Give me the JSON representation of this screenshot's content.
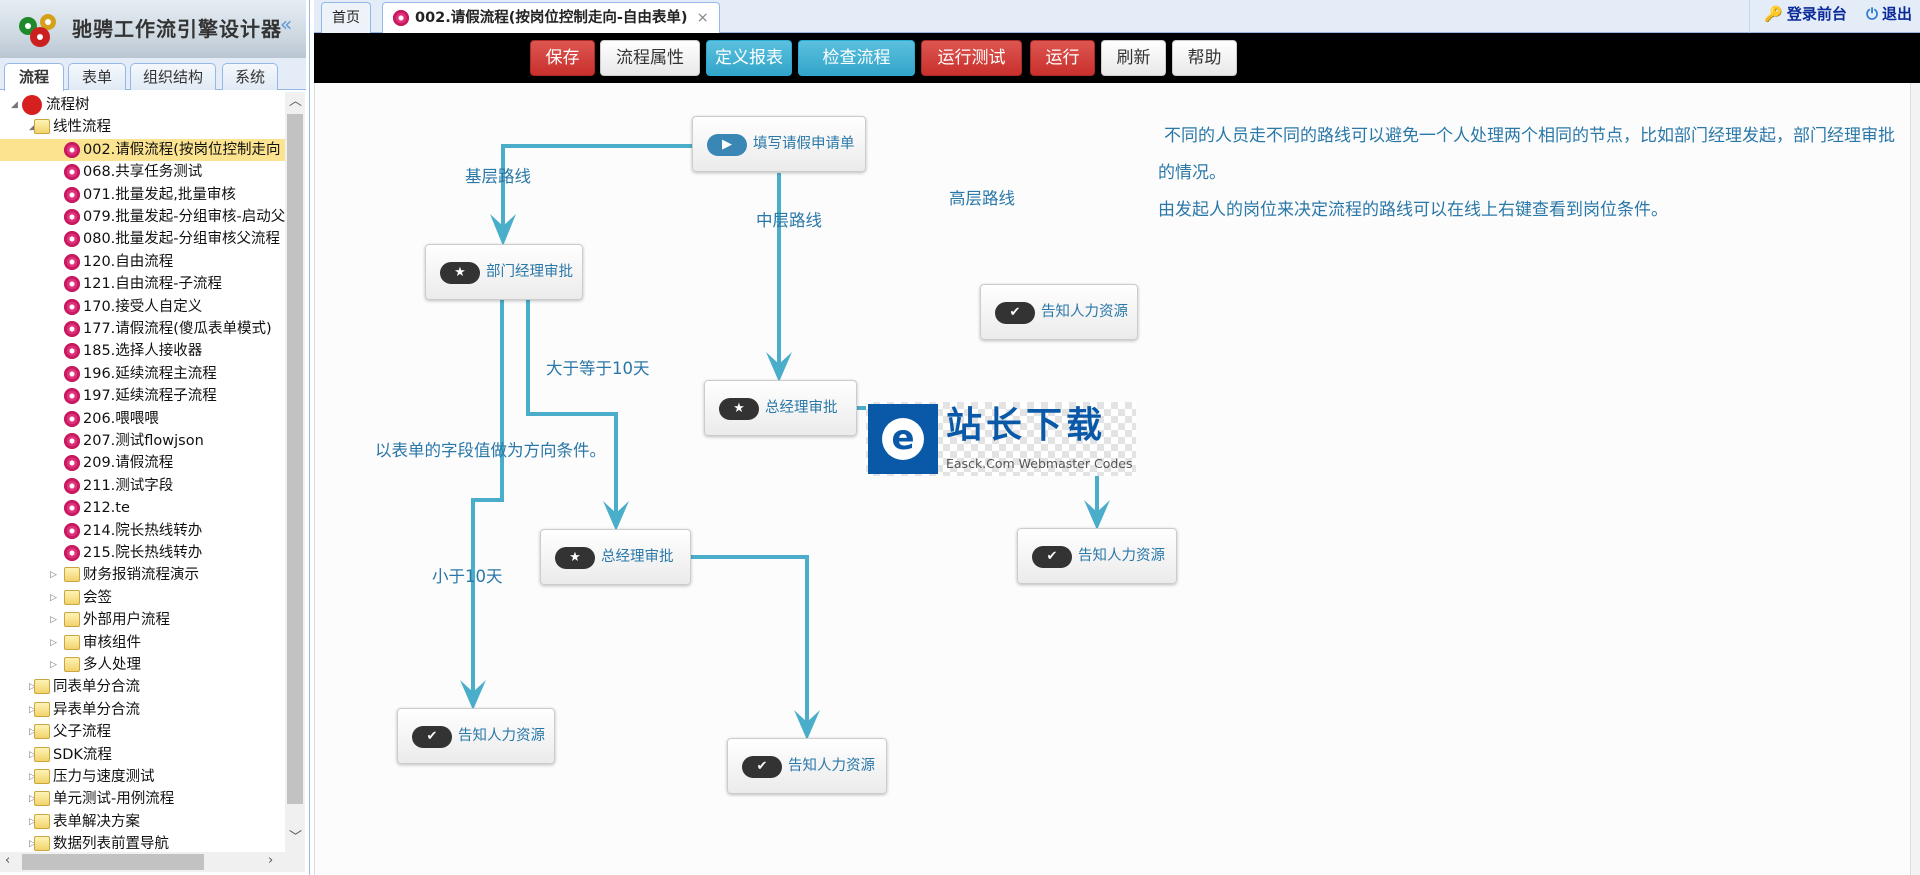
{
  "app": {
    "title": "驰骋工作流引擎设计器",
    "collapse_icon": "«"
  },
  "sidebar": {
    "tabs": [
      "流程",
      "表单",
      "组织结构",
      "系统"
    ],
    "tree": [
      {
        "level": 0,
        "type": "root",
        "label": "流程树",
        "expanded": true
      },
      {
        "level": 1,
        "type": "folder",
        "label": "线性流程",
        "expanded": true
      },
      {
        "level": 2,
        "type": "flow",
        "label": "002.请假流程(按岗位控制走向",
        "selected": true
      },
      {
        "level": 2,
        "type": "flow",
        "label": "068.共享任务测试"
      },
      {
        "level": 2,
        "type": "flow",
        "label": "071.批量发起,批量审核"
      },
      {
        "level": 2,
        "type": "flow",
        "label": "079.批量发起-分组审核-启动父"
      },
      {
        "level": 2,
        "type": "flow",
        "label": "080.批量发起-分组审核父流程"
      },
      {
        "level": 2,
        "type": "flow",
        "label": "120.自由流程"
      },
      {
        "level": 2,
        "type": "flow",
        "label": "121.自由流程-子流程"
      },
      {
        "level": 2,
        "type": "flow",
        "label": "170.接受人自定义"
      },
      {
        "level": 2,
        "type": "flow",
        "label": "177.请假流程(傻瓜表单模式)"
      },
      {
        "level": 2,
        "type": "flow",
        "label": "185.选择人接收器"
      },
      {
        "level": 2,
        "type": "flow",
        "label": "196.延续流程主流程"
      },
      {
        "level": 2,
        "type": "flow",
        "label": "197.延续流程子流程"
      },
      {
        "level": 2,
        "type": "flow",
        "label": "206.喂喂喂"
      },
      {
        "level": 2,
        "type": "flow",
        "label": "207.测试flowjson"
      },
      {
        "level": 2,
        "type": "flow",
        "label": "209.请假流程"
      },
      {
        "level": 2,
        "type": "flow",
        "label": "211.测试字段"
      },
      {
        "level": 2,
        "type": "flow",
        "label": "212.te"
      },
      {
        "level": 2,
        "type": "flow",
        "label": "214.院长热线转办"
      },
      {
        "level": 2,
        "type": "flow",
        "label": "215.院长热线转办"
      },
      {
        "level": 2,
        "type": "folder",
        "label": "财务报销流程演示"
      },
      {
        "level": 2,
        "type": "folder",
        "label": "会签"
      },
      {
        "level": 2,
        "type": "folder",
        "label": "外部用户流程"
      },
      {
        "level": 2,
        "type": "folder",
        "label": "审核组件"
      },
      {
        "level": 2,
        "type": "folder",
        "label": "多人处理"
      },
      {
        "level": 1,
        "type": "folder",
        "label": "同表单分合流"
      },
      {
        "level": 1,
        "type": "folder",
        "label": "异表单分合流"
      },
      {
        "level": 1,
        "type": "folder",
        "label": "父子流程"
      },
      {
        "level": 1,
        "type": "folder",
        "label": "SDK流程"
      },
      {
        "level": 1,
        "type": "folder",
        "label": "压力与速度测试"
      },
      {
        "level": 1,
        "type": "folder",
        "label": "单元测试-用例流程"
      },
      {
        "level": 1,
        "type": "folder",
        "label": "表单解决方案"
      },
      {
        "level": 1,
        "type": "folder",
        "label": "数据列表前置导航"
      }
    ]
  },
  "main_tabs": [
    {
      "label": "首页"
    },
    {
      "label": "002.请假流程(按岗位控制走向-自由表单)",
      "close": "×"
    }
  ],
  "top_links": {
    "login": "登录前台",
    "logout": "退出"
  },
  "toolbar": {
    "save": "保存",
    "props": "流程属性",
    "report": "定义报表",
    "check": "检查流程",
    "run_test": "运行测试",
    "run": "运行",
    "refresh": "刷新",
    "help": "帮助"
  },
  "nodes": {
    "start": "填写请假申请单",
    "dept": "部门经理审批",
    "gm_mid": "总经理审批",
    "hr_top": "告知人力资源",
    "gm_low": "总经理审批",
    "hr_right": "告知人力资源",
    "hr_left": "告知人力资源",
    "hr_bottom": "告知人力资源"
  },
  "edge_labels": {
    "basic": "基层路线",
    "middle": "中层路线",
    "high": "高层路线",
    "ge10": "大于等于10天",
    "field_cond": "以表单的字段值做为方向条件。",
    "lt10": "小于10天"
  },
  "description": [
    "不同的人员走不同的路线可以避免一个人处理两个相同的节点，比如部门经理发起，部门经理审批",
    "的情况。",
    "由发起人的岗位来决定流程的路线可以在线上右键查看到岗位条件。"
  ],
  "watermark": {
    "cn": "站长下载",
    "en": "Easck.Com Webmaster Codes"
  },
  "colors": {
    "edge": "#4aaecb",
    "node_text": "#2a78a8",
    "danger": "#d9534f",
    "info": "#5bc0de"
  }
}
